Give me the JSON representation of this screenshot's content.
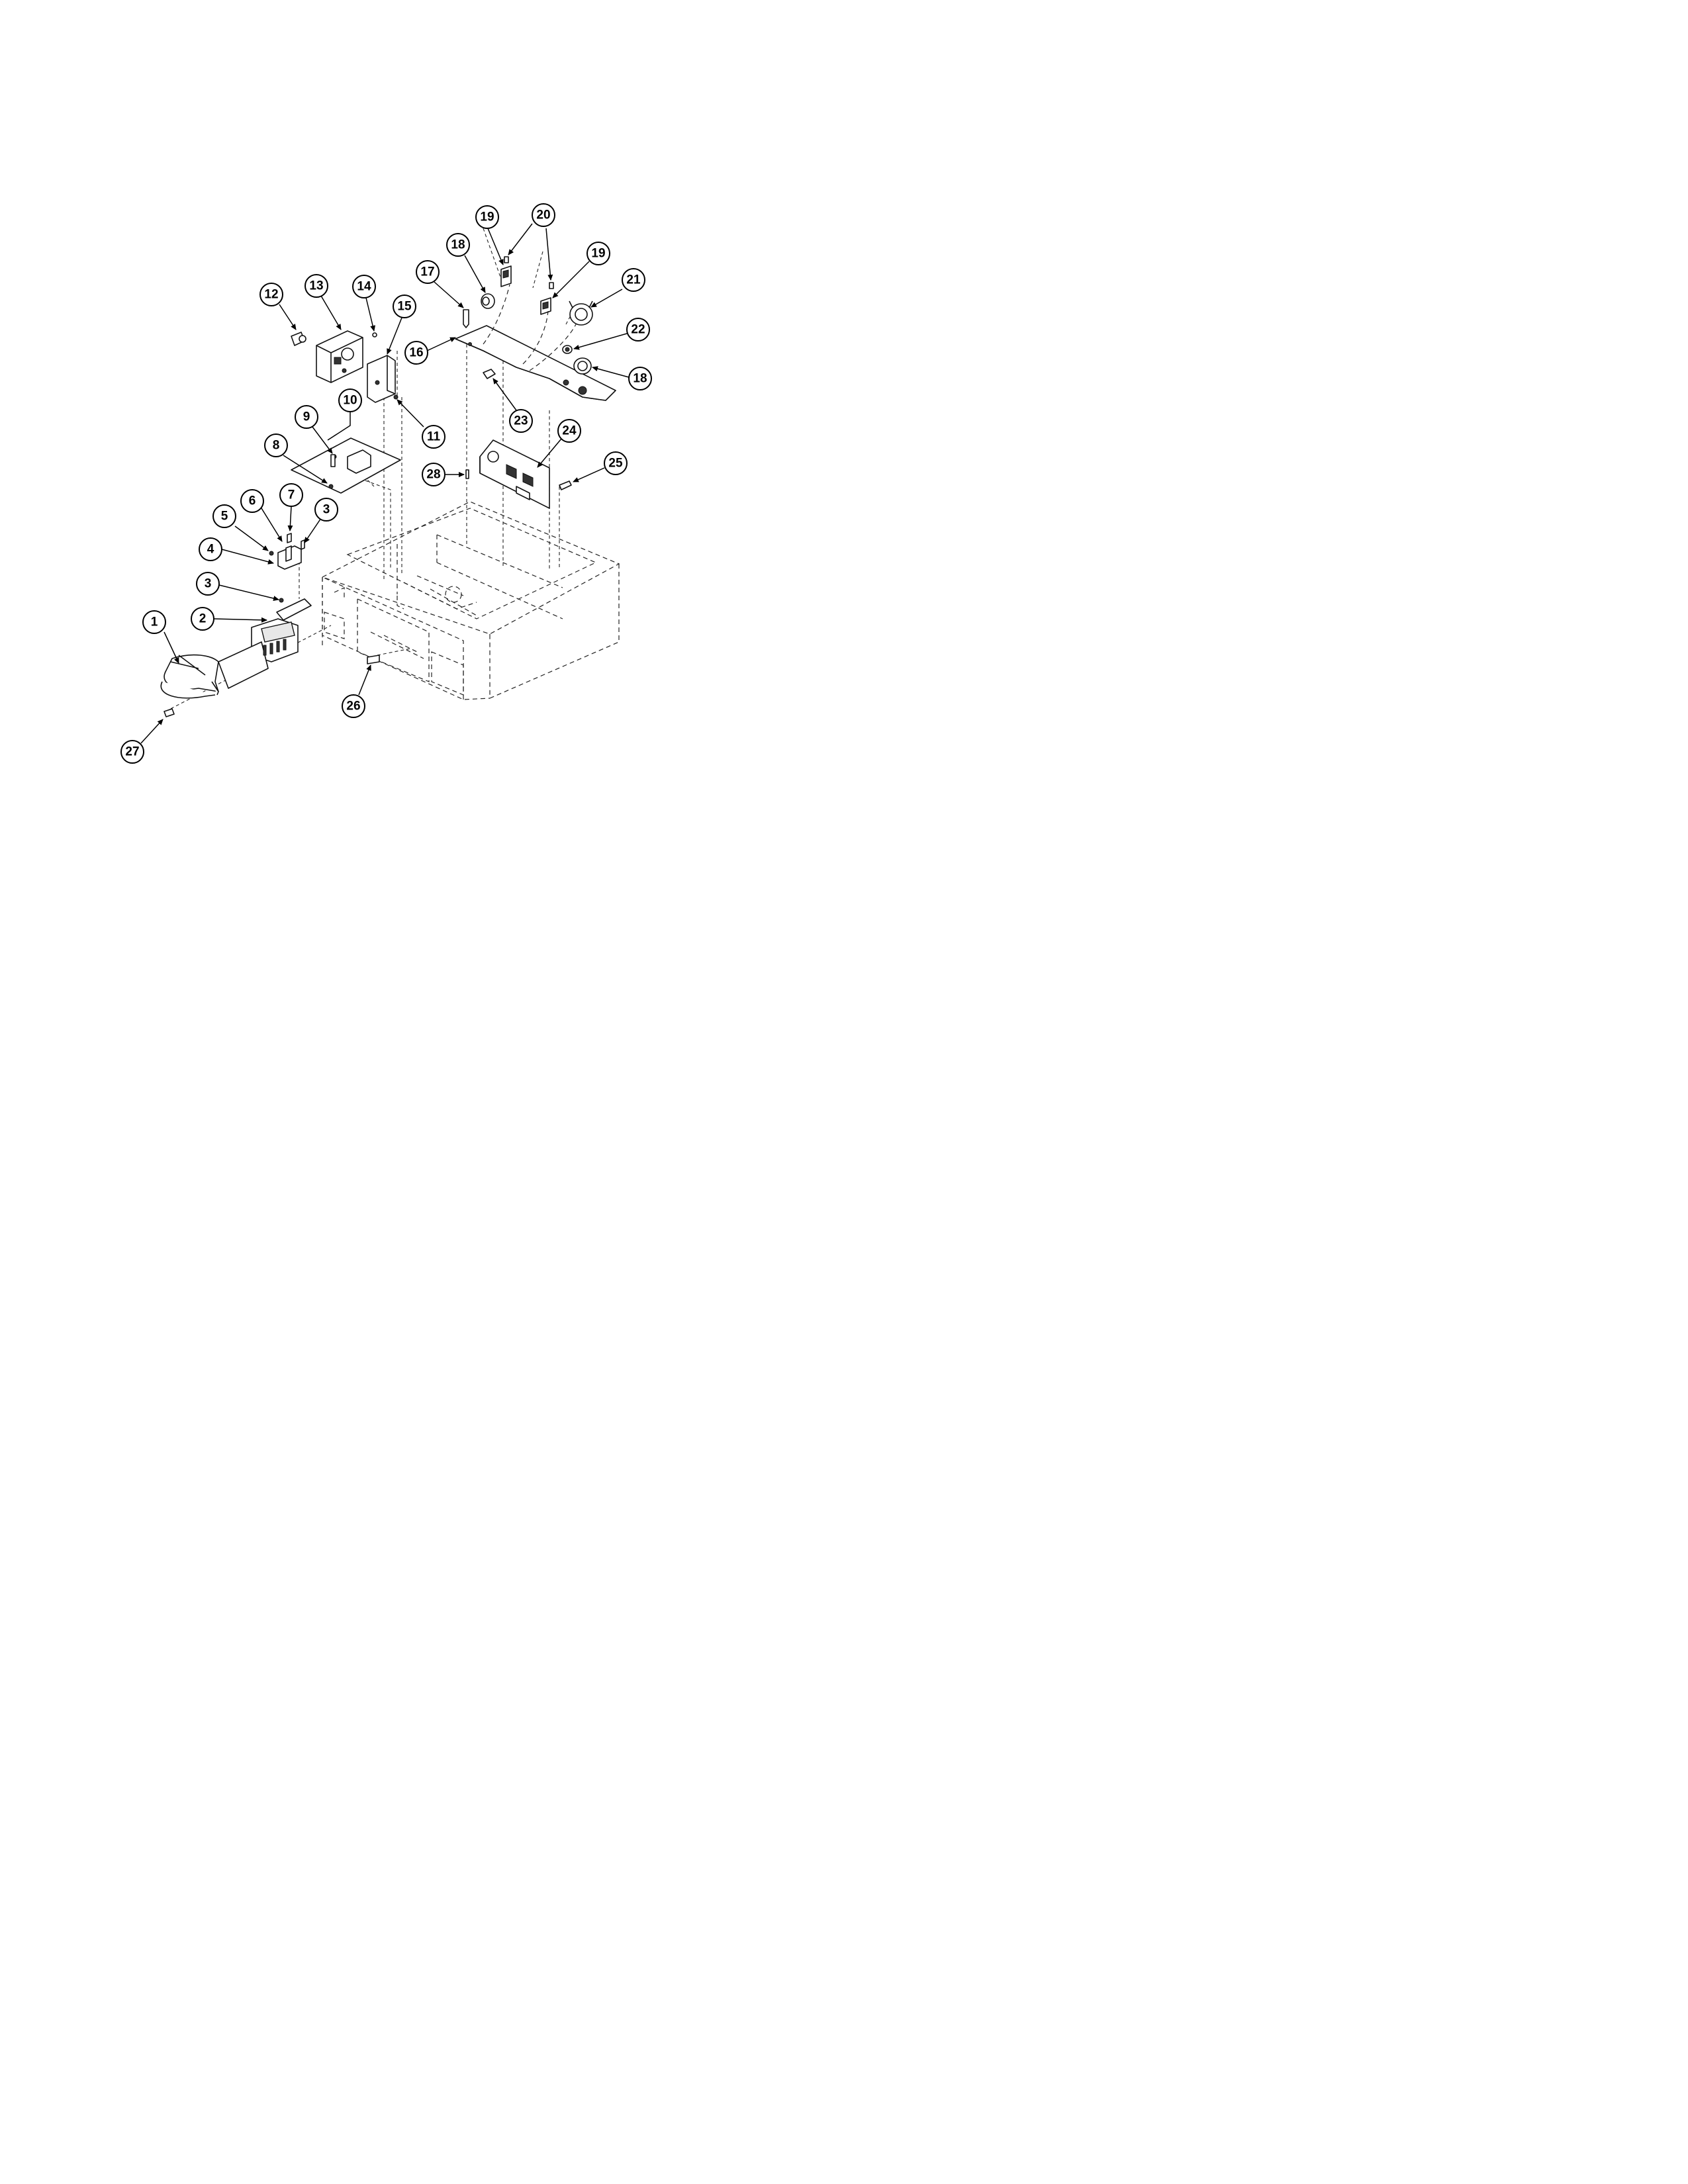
{
  "callouts": [
    {
      "id": "c1",
      "label": "1"
    },
    {
      "id": "c2",
      "label": "2"
    },
    {
      "id": "c3a",
      "label": "3"
    },
    {
      "id": "c3b",
      "label": "3"
    },
    {
      "id": "c4",
      "label": "4"
    },
    {
      "id": "c5",
      "label": "5"
    },
    {
      "id": "c6",
      "label": "6"
    },
    {
      "id": "c7",
      "label": "7"
    },
    {
      "id": "c8",
      "label": "8"
    },
    {
      "id": "c9",
      "label": "9"
    },
    {
      "id": "c10",
      "label": "10"
    },
    {
      "id": "c11",
      "label": "11"
    },
    {
      "id": "c12",
      "label": "12"
    },
    {
      "id": "c13",
      "label": "13"
    },
    {
      "id": "c14",
      "label": "14"
    },
    {
      "id": "c15",
      "label": "15"
    },
    {
      "id": "c16",
      "label": "16"
    },
    {
      "id": "c17",
      "label": "17"
    },
    {
      "id": "c18a",
      "label": "18"
    },
    {
      "id": "c18b",
      "label": "18"
    },
    {
      "id": "c19a",
      "label": "19"
    },
    {
      "id": "c19b",
      "label": "19"
    },
    {
      "id": "c20",
      "label": "20"
    },
    {
      "id": "c21",
      "label": "21"
    },
    {
      "id": "c22",
      "label": "22"
    },
    {
      "id": "c23",
      "label": "23"
    },
    {
      "id": "c24",
      "label": "24"
    },
    {
      "id": "c25",
      "label": "25"
    },
    {
      "id": "c26",
      "label": "26"
    },
    {
      "id": "c27",
      "label": "27"
    },
    {
      "id": "c28",
      "label": "28"
    }
  ]
}
